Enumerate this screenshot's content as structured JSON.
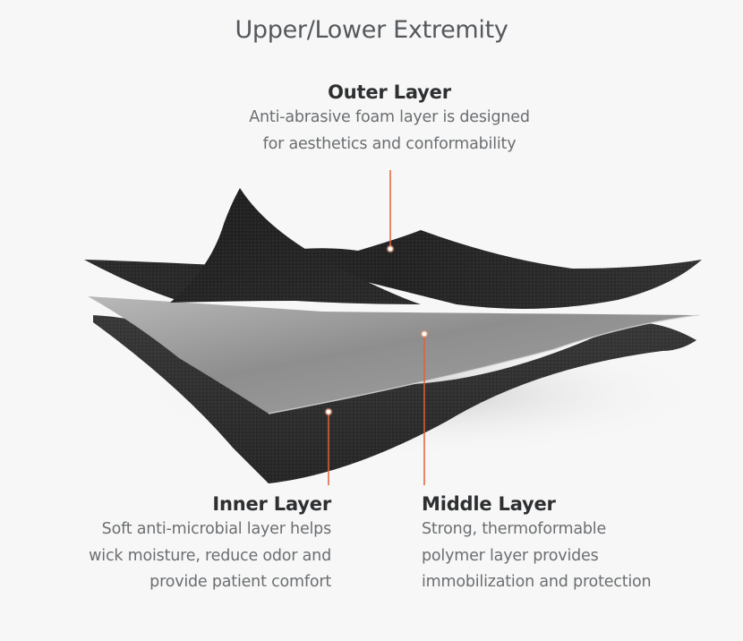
{
  "title": "Upper/Lower Extremity",
  "layers": {
    "outer": {
      "heading": "Outer Layer",
      "desc_line1": "Anti-abrasive foam layer is designed",
      "desc_line2": "for aesthetics and conformability"
    },
    "inner": {
      "heading": "Inner Layer",
      "desc_line1": "Soft anti-microbial layer helps",
      "desc_line2": "wick moisture, reduce odor and",
      "desc_line3": "provide patient comfort"
    },
    "middle": {
      "heading": "Middle Layer",
      "desc_line1": "Strong, thermoformable",
      "desc_line2": "polymer layer provides",
      "desc_line3": "immobilization and protection"
    }
  },
  "colors": {
    "background": "#f7f7f7",
    "callout_line": "#e0603a",
    "outer_layer": "#2a2a2b",
    "middle_layer": "#8c8c8c",
    "inner_layer": "#333335"
  }
}
